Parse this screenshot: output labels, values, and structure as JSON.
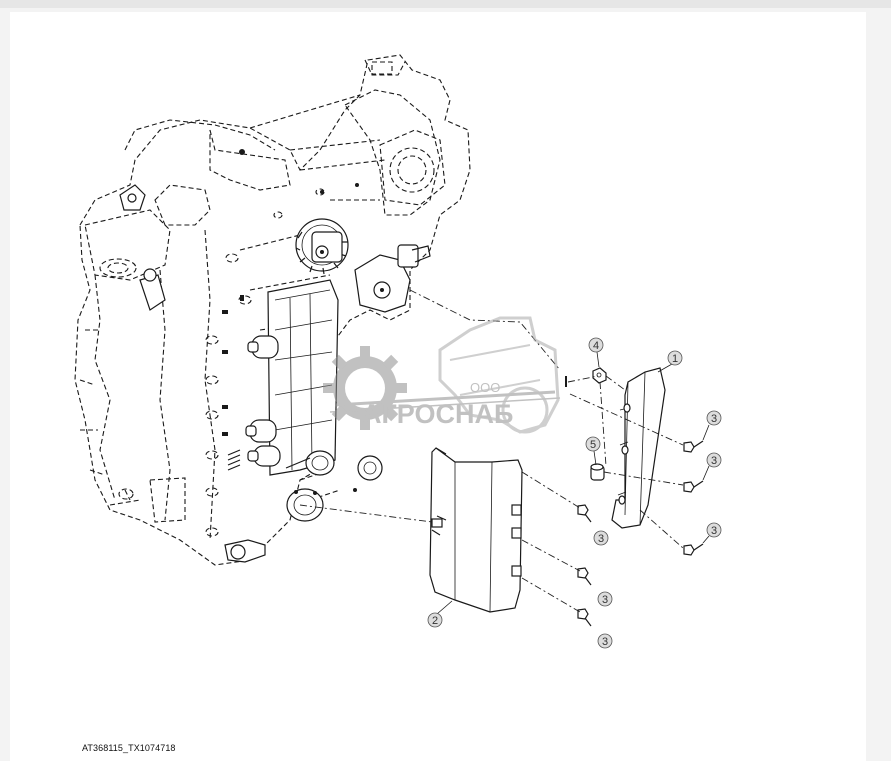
{
  "drawing_id": "AT368115_TX1074718",
  "watermark": {
    "prefix": "ООО",
    "brand": "АГРОСНАБ"
  },
  "callouts": [
    {
      "label": "1",
      "part": "bracket"
    },
    {
      "label": "2",
      "part": "cover"
    },
    {
      "label": "3",
      "part": "cap-screw"
    },
    {
      "label": "3",
      "part": "cap-screw"
    },
    {
      "label": "3",
      "part": "cap-screw"
    },
    {
      "label": "3",
      "part": "cap-screw"
    },
    {
      "label": "3",
      "part": "cap-screw"
    },
    {
      "label": "3",
      "part": "cap-screw"
    },
    {
      "label": "4",
      "part": "nut"
    },
    {
      "label": "5",
      "part": "spacer"
    }
  ],
  "colors": {
    "line": "#1a1a1a",
    "watermark": "#9a9a9a",
    "callout_fill": "#dddddd"
  }
}
